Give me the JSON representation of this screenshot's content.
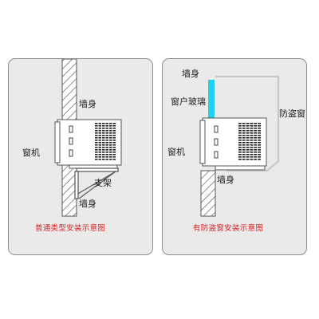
{
  "panels": [
    {
      "id": "standard",
      "caption": "普通类型安装示意图",
      "labels": {
        "wall_top": "墙身",
        "unit": "窗机",
        "bracket": "支架",
        "wall_bottom": "墙身"
      }
    },
    {
      "id": "anti_theft",
      "caption": "有防盗窗安装示意图",
      "labels": {
        "wall_top": "墙身",
        "glass": "窗户玻璃",
        "anti_theft_window": "防盗窗",
        "unit": "窗机",
        "wall_bottom": "墙身"
      }
    }
  ],
  "colors": {
    "panel_bg": "#eaeaea",
    "panel_border": "#8f8f8f",
    "wall_hatch": "#666666",
    "unit_body": "#ffffff",
    "vent_grille": "#222222",
    "glass": "#1fd0f0",
    "anti_theft_frame": "#c8c8c8",
    "caption": "#e02020"
  }
}
